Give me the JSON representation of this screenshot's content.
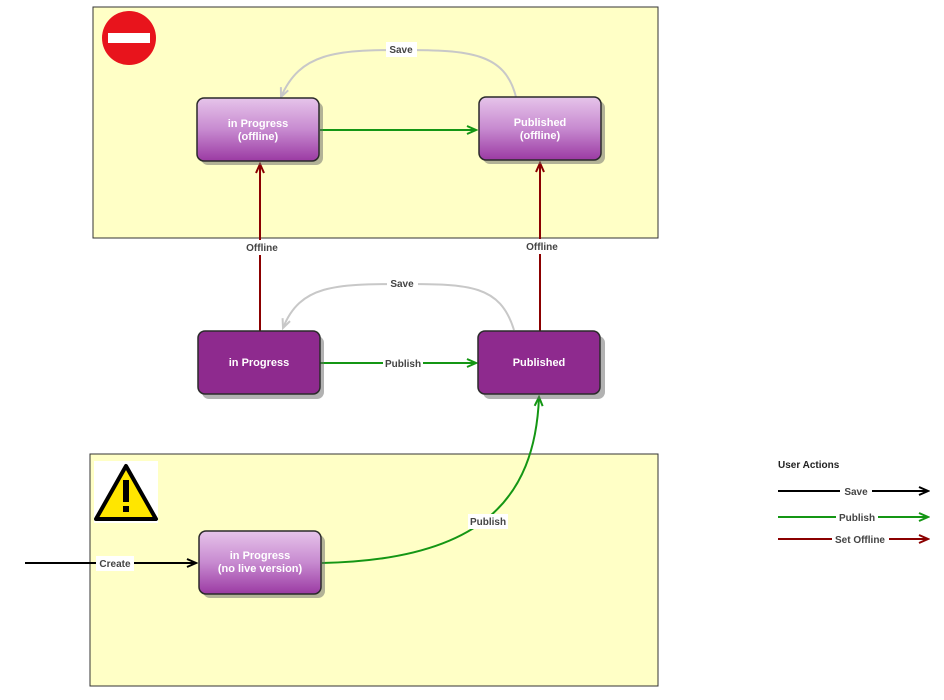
{
  "states": {
    "in_progress_offline": {
      "line1": "in Progress",
      "line2": "(offline)"
    },
    "published_offline": {
      "line1": "Published",
      "line2": "(offline)"
    },
    "in_progress": {
      "line1": "in Progress"
    },
    "published": {
      "line1": "Published"
    },
    "in_progress_no_live": {
      "line1": "in Progress",
      "line2": "(no live version)"
    }
  },
  "transitions": {
    "save_offline": "Save",
    "offline_left": "Offline",
    "offline_right": "Offline",
    "save_live": "Save",
    "publish_live": "Publish",
    "publish_new": "Publish",
    "create": "Create"
  },
  "icons": {
    "offline_zone": "no-entry-icon",
    "new_zone": "warning-icon"
  },
  "legend": {
    "title": "User Actions",
    "items": [
      {
        "label": "Save",
        "color": "#000000"
      },
      {
        "label": "Publish",
        "color": "#149614"
      },
      {
        "label": "Set Offline",
        "color": "#8b0000"
      }
    ]
  },
  "colors": {
    "save": "#000000",
    "save_loop": "#c8c8c8",
    "publish": "#149614",
    "offline": "#8b0000",
    "region": "#ffffc6",
    "state_dark": "#8e2a8e",
    "state_light": "#d9a6df"
  }
}
